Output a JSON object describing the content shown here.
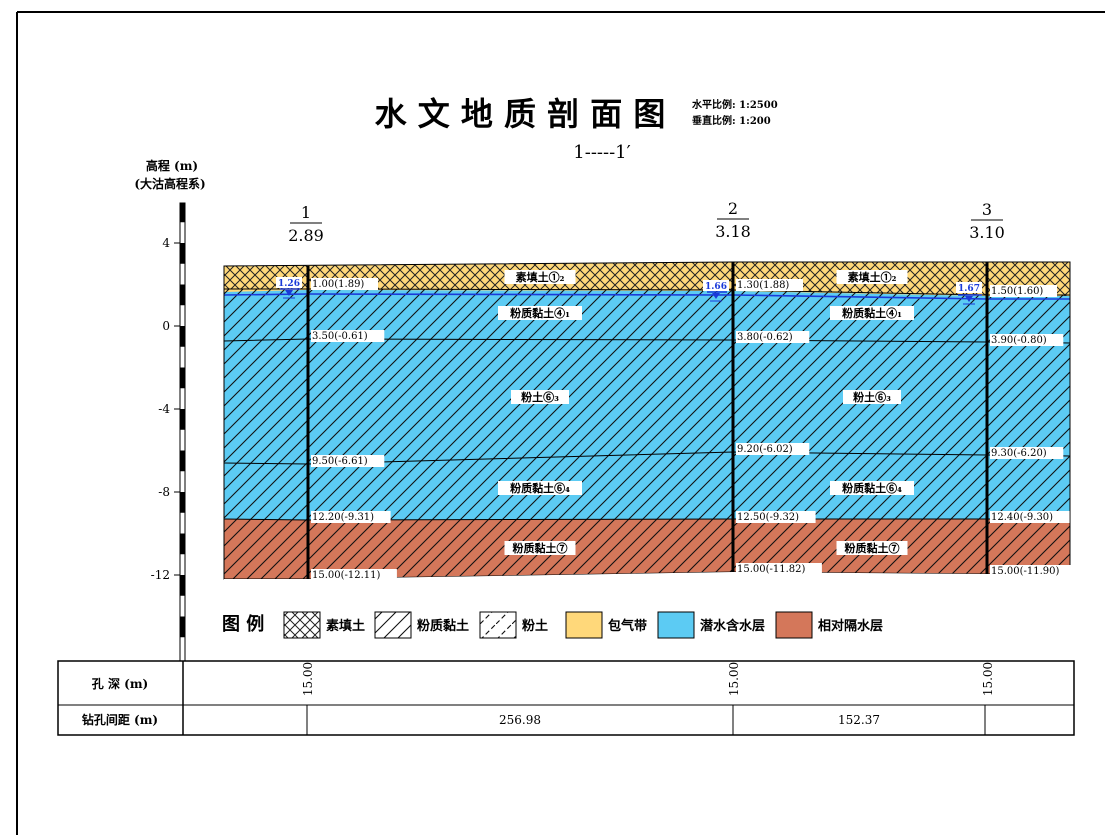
{
  "title": "水 文 地 质 剖 面 图",
  "subtitle": "1-----1′",
  "scales": {
    "horizontal": "水平比例: 1:2500",
    "vertical": "垂直比例: 1:200"
  },
  "axis": {
    "title_line1": "高程 (m)",
    "title_line2": "(大沽高程系)",
    "ticks": [
      "4",
      "0",
      "-4",
      "-8",
      "-12"
    ],
    "tick_values": [
      4,
      0,
      -4,
      -8,
      -12
    ]
  },
  "boreholes": [
    {
      "number": "1",
      "elevation": "2.89",
      "water_level": "1.26",
      "labels": [
        "1.00(1.89)",
        "3.50(-0.61)",
        "9.50(-6.61)",
        "12.20(-9.31)",
        "15.00(-12.11)"
      ]
    },
    {
      "number": "2",
      "elevation": "3.18",
      "water_level": "1.66",
      "labels": [
        "1.30(1.88)",
        "3.80(-0.62)",
        "9.20(-6.02)",
        "12.50(-9.32)",
        "15.00(-11.82)"
      ]
    },
    {
      "number": "3",
      "elevation": "3.10",
      "water_level": "1.67",
      "labels": [
        "1.50(1.60)",
        "3.90(-0.80)",
        "9.30(-6.20)",
        "12.40(-9.30)",
        "15.00(-11.90)"
      ]
    }
  ],
  "strata": [
    {
      "name": "素填土①₂",
      "labels": [
        "素填土①₂",
        "素填土①₂"
      ]
    },
    {
      "name": "粉质黏土④₁",
      "labels": [
        "粉质黏土④₁",
        "粉质黏土④₁"
      ]
    },
    {
      "name": "粉土⑥₃",
      "labels": [
        "粉土⑥₃",
        "粉土⑥₃"
      ]
    },
    {
      "name": "粉质黏土⑥₄",
      "labels": [
        "粉质黏土⑥₄",
        "粉质黏土⑥₄"
      ]
    },
    {
      "name": "粉质黏土⑦",
      "labels": [
        "粉质黏土⑦",
        "粉质黏土⑦"
      ]
    }
  ],
  "legend": {
    "title": "图 例",
    "items": [
      {
        "label": "素填土",
        "pattern": "crosshatch"
      },
      {
        "label": "粉质黏土",
        "pattern": "diagonal"
      },
      {
        "label": "粉土",
        "pattern": "dashed-diagonal"
      },
      {
        "label": "包气带",
        "color": "#FFD87A"
      },
      {
        "label": "潜水含水层",
        "color": "#5CCBF3"
      },
      {
        "label": "相对隔水层",
        "color": "#D4775A"
      }
    ]
  },
  "table": {
    "row1_label": "孔 深 (m)",
    "row2_label": "钻孔间距 (m)",
    "depths": [
      "15.00",
      "15.00",
      "15.00"
    ],
    "spacings": [
      "256.98",
      "152.37"
    ]
  },
  "colors": {
    "vadose": "#FFD87A",
    "aquifer": "#5CCBF3",
    "aquitard": "#D4775A",
    "water_mark": "#1A3AD9"
  }
}
